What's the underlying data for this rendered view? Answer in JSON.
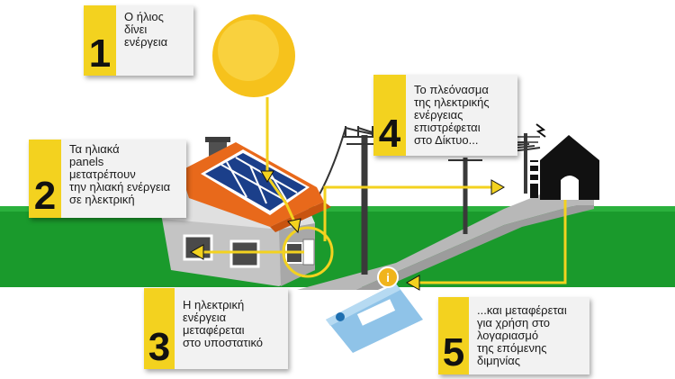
{
  "colors": {
    "accent_yellow": "#f3d21f",
    "grass_green": "#1a9a2c",
    "roof_orange": "#e8691b",
    "panel_blue": "#1b3f8a",
    "house_gray": "#cfcfcf",
    "callout_bg": "#f2f2f2"
  },
  "steps": [
    {
      "number": "1",
      "text": "Ο ήλιος\nδίνει\nενέργεια"
    },
    {
      "number": "2",
      "text": "Τα ηλιακά\npanels\nμετατρέπουν\nτην ηλιακή ενέργεια\nσε ηλεκτρική"
    },
    {
      "number": "3",
      "text": "Η ηλεκτρική\nενέργεια\nμεταφέρεται\nστο υποστατικό"
    },
    {
      "number": "4",
      "text": "Το πλεόνασμα\nτης ηλεκτρικής\nενέργειας\nεπιστρέφεται\nστο Δίκτυο..."
    },
    {
      "number": "5",
      "text": "...και μεταφέρεται\nγια χρήση στο\nλογαριασμό\nτης επόμενης\nδιμηνίας"
    }
  ],
  "icons": {
    "info_badge": "i"
  }
}
